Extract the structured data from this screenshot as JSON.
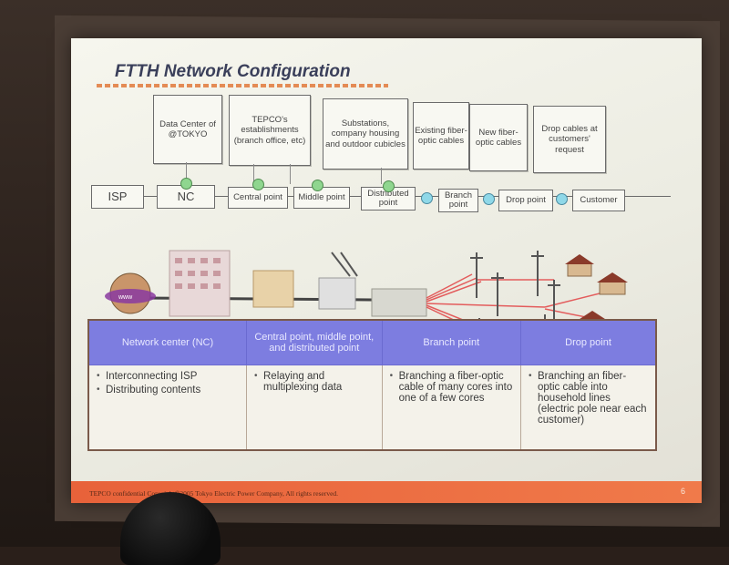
{
  "slide": {
    "title": "FTTH Network Configuration",
    "top_boxes": [
      "Data Center of @TOKYO",
      "TEPCO's establishments (branch office, etc)",
      "Substations, company housing and outdoor cubicles",
      "Existing fiber-optic cables",
      "New fiber-optic cables",
      "Drop cables at customers' request"
    ],
    "nodes": [
      "ISP",
      "NC",
      "Central point",
      "Middle point",
      "Distributed point",
      "Branch point",
      "Drop point",
      "Customer"
    ],
    "illustration_label": "www",
    "table": {
      "headers": [
        "Network center (NC)",
        "Central point, middle point, and distributed point",
        "Branch point",
        "Drop point"
      ],
      "cells": [
        [
          "Interconnecting ISP",
          "Distributing contents"
        ],
        [
          "Relaying and multiplexing data"
        ],
        [
          "Branching a fiber-optic cable of many cores into one of a few cores"
        ],
        [
          "Branching an fiber-optic cable into household lines (electric pole near each customer)"
        ]
      ]
    },
    "footer_left": "TEPCO confidential  Copyright©2005 Tokyo Electric Power Company, All rights reserved.",
    "page_number": "6"
  },
  "colors": {
    "header_bg": "#7d7de0",
    "footer_bg": "#e8623a",
    "node_dot": "#8fd68f",
    "title": "#3a3f5a"
  }
}
